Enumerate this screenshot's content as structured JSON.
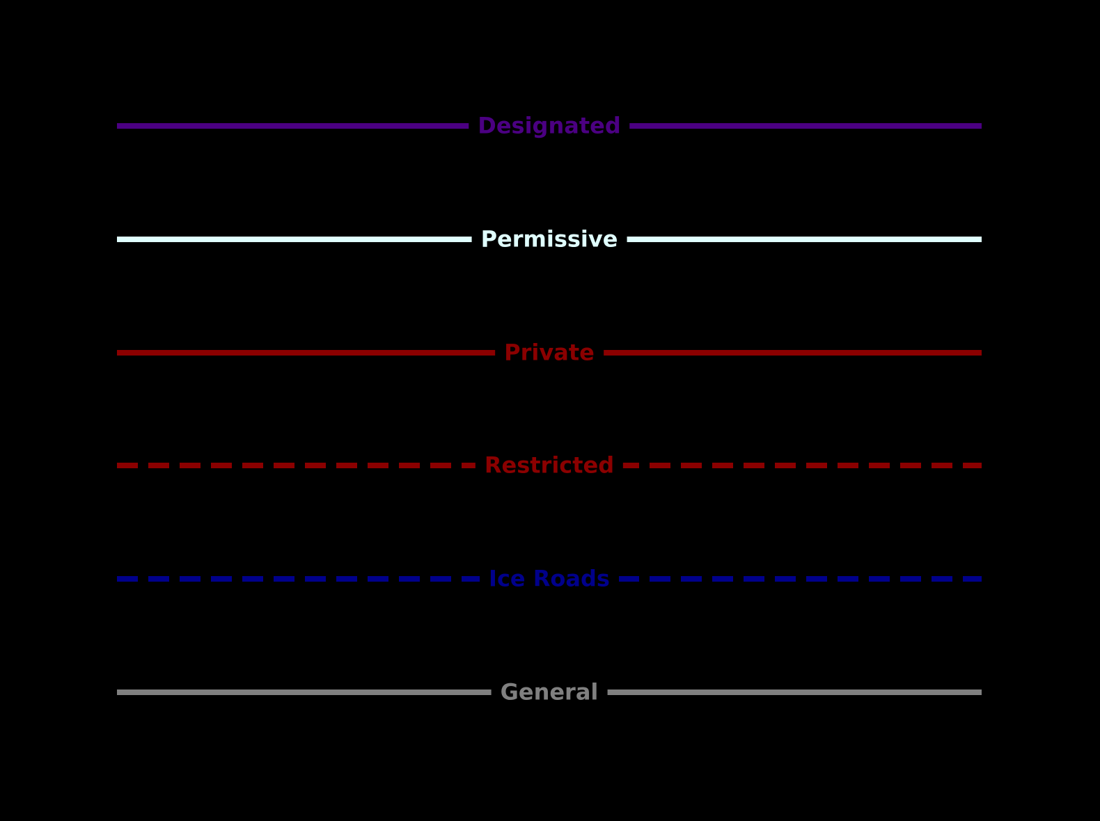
{
  "background_color": "#000000",
  "legend": {
    "items": [
      {
        "label": "Designated",
        "color": "#4B0082",
        "line_style": "solid"
      },
      {
        "label": "Permissive",
        "color": "#E0FFFF",
        "line_style": "solid"
      },
      {
        "label": "Private",
        "color": "#8B0000",
        "line_style": "solid"
      },
      {
        "label": "Restricted",
        "color": "#8B0000",
        "line_style": "dashed"
      },
      {
        "label": "Ice Roads",
        "color": "#00008B",
        "line_style": "dashed"
      },
      {
        "label": "General",
        "color": "#808080",
        "line_style": "solid"
      }
    ]
  },
  "chart_data": {
    "type": "line",
    "title": "",
    "legend_position": "vertical-stack-centered",
    "legend_entries": [
      {
        "label": "Designated",
        "color": "#4B0082",
        "line_style": "solid"
      },
      {
        "label": "Permissive",
        "color": "#E0FFFF",
        "line_style": "solid"
      },
      {
        "label": "Private",
        "color": "#8B0000",
        "line_style": "solid"
      },
      {
        "label": "Restricted",
        "color": "#8B0000",
        "line_style": "dashed"
      },
      {
        "label": "Ice Roads",
        "color": "#00008B",
        "line_style": "dashed"
      },
      {
        "label": "General",
        "color": "#808080",
        "line_style": "solid"
      }
    ]
  }
}
